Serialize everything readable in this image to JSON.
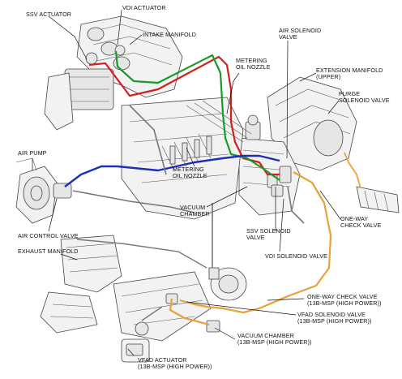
{
  "labels": {
    "ssv_actuator": "SSV ACTUATOR",
    "vdi_actuator": "VDI ACTUATOR",
    "intake_manifold": "INTAKE MANIFOLD",
    "metering_oil_nozzle_top_1": "METERING",
    "metering_oil_nozzle_top_2": "OIL NOZZLE",
    "air_solenoid_valve_1": "AIR SOLENOID",
    "air_solenoid_valve_2": "VALVE",
    "extension_manifold_1": "EXTENSION MANIFOLD",
    "extension_manifold_2": "(UPPER)",
    "purge_solenoid_1": "PURGE",
    "purge_solenoid_2": "SOLENOID VALVE",
    "air_pump": "AIR PUMP",
    "metering_oil_nozzle_mid_1": "METERING",
    "metering_oil_nozzle_mid_2": "OIL NOZZLE",
    "vacuum_chamber_1": "VACUUM",
    "vacuum_chamber_2": "CHAMBER",
    "one_way_check_valve_1": "ONE-WAY",
    "one_way_check_valve_2": "CHECK VALVE",
    "air_control_valve": "AIR CONTROL VALVE",
    "ssv_solenoid_1": "SSV SOLENOID",
    "ssv_solenoid_2": "VALVE",
    "exhaust_manifold": "EXHAUST MANIFOLD",
    "vdi_solenoid_valve": "VDI SOLENOID VALVE",
    "one_way_check_13b_1": "ONE-WAY CHECK VALVE",
    "one_way_check_13b_2": "(13B-MSP (HIGH POWER))",
    "vfad_solenoid_1": "VFAD SOLENOID VALVE",
    "vfad_solenoid_2": "(13B-MSP (HIGH POWER))",
    "vacuum_chamber_13b_1": "VACUUM CHAMBER",
    "vacuum_chamber_13b_2": "(13B-MSP (HIGH POWER))",
    "vfad_actuator_1": "VFAD ACTUATOR",
    "vfad_actuator_2": "(13B-MSP (HIGH POWER))"
  },
  "colors": {
    "red_line": "#d21f1f",
    "green_line": "#1a9a2a",
    "blue_line": "#1d2fb8",
    "orange_line": "#e8a23a"
  }
}
